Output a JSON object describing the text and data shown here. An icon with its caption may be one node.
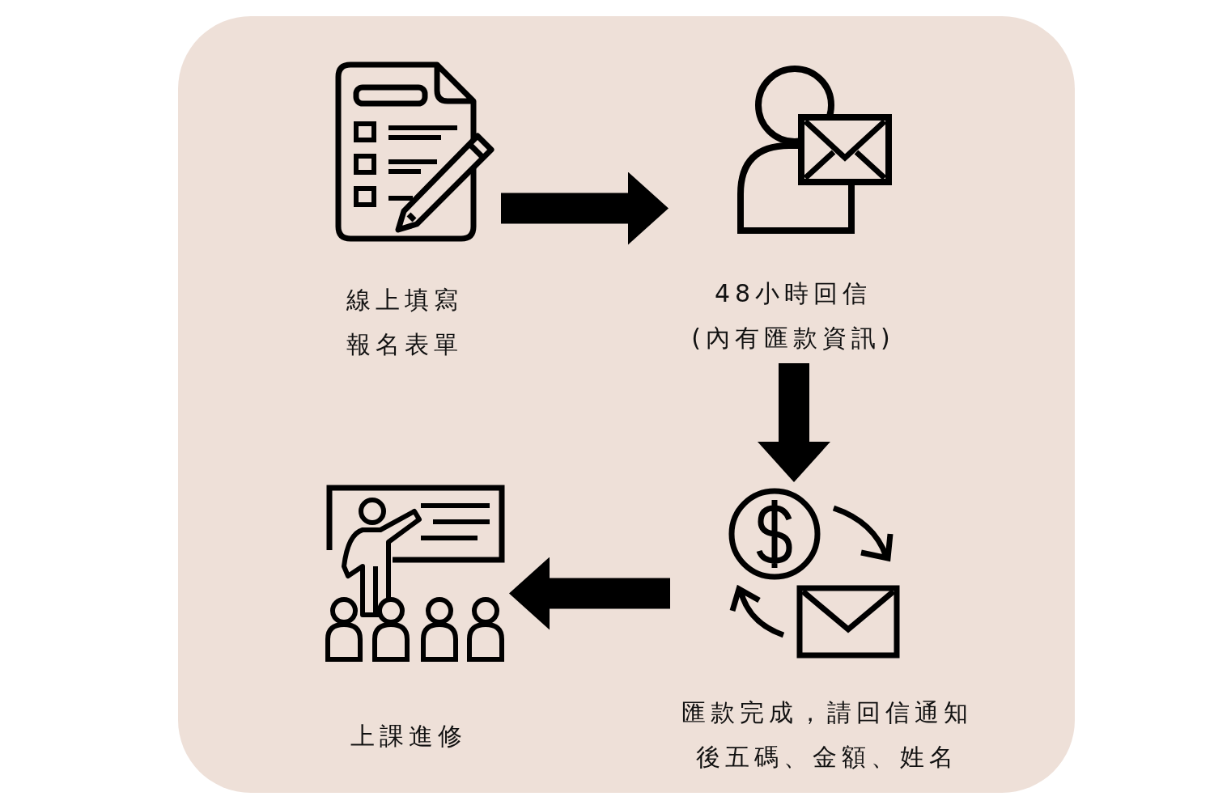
{
  "diagram": {
    "nodes": [
      {
        "text": [
          "線上填寫報名表單"
        ]
      },
      {
        "text": [
          "48小時回信 (內有匯款資訊)"
        ]
      },
      {
        "text": [
          "匯款完成，請回信通知後五碼、金額、姓名"
        ]
      },
      {
        "text": [
          "上課進修"
        ]
      }
    ],
    "edges": [
      {
        "from": 0,
        "to": 1,
        "arrow": "to"
      },
      {
        "from": 1,
        "to": 2,
        "arrow": "to"
      },
      {
        "from": 2,
        "to": 3,
        "arrow": "to"
      }
    ]
  }
}
